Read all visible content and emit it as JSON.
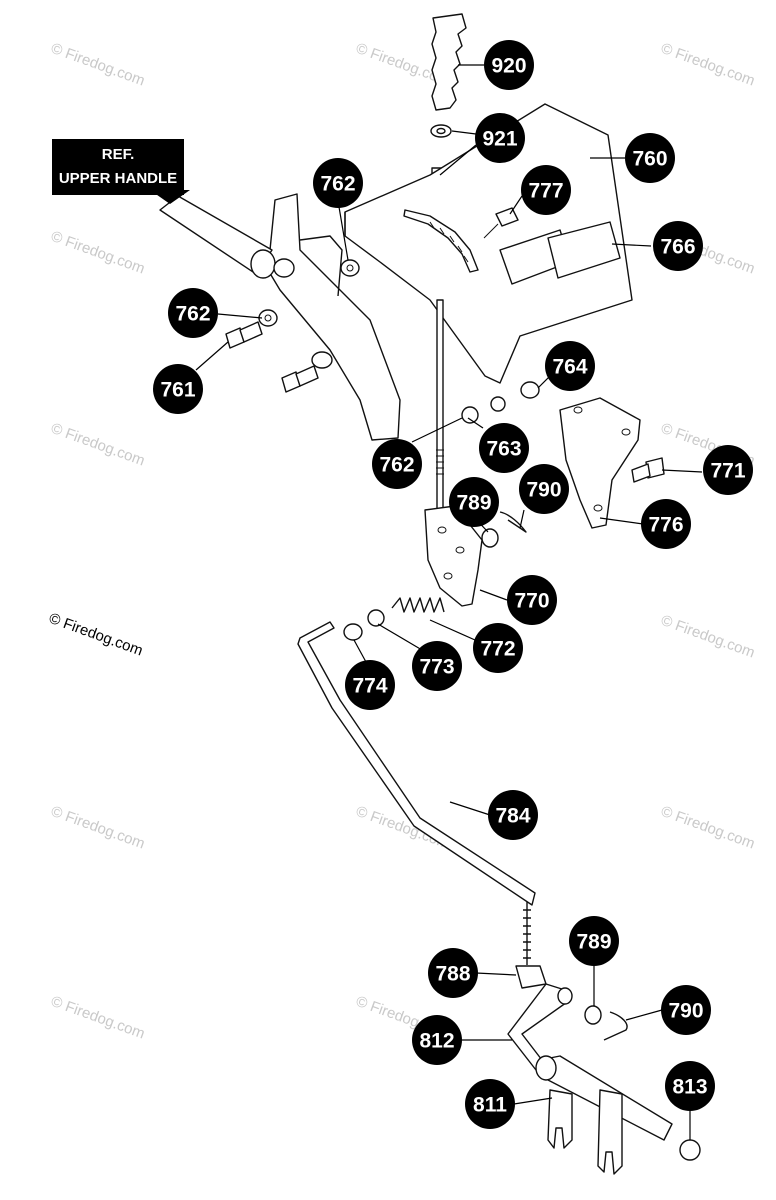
{
  "reference": {
    "line1": "REF.",
    "line2": "UPPER HANDLE"
  },
  "copyright": "© Firedog.com",
  "watermark": "© Firedog.com",
  "labels": [
    {
      "id": "920",
      "text": "920"
    },
    {
      "id": "921",
      "text": "921"
    },
    {
      "id": "760",
      "text": "760"
    },
    {
      "id": "762a",
      "text": "762"
    },
    {
      "id": "777",
      "text": "777"
    },
    {
      "id": "766",
      "text": "766"
    },
    {
      "id": "762b",
      "text": "762"
    },
    {
      "id": "761",
      "text": "761"
    },
    {
      "id": "764",
      "text": "764"
    },
    {
      "id": "763",
      "text": "763"
    },
    {
      "id": "762c",
      "text": "762"
    },
    {
      "id": "771",
      "text": "771"
    },
    {
      "id": "789a",
      "text": "789"
    },
    {
      "id": "790a",
      "text": "790"
    },
    {
      "id": "776",
      "text": "776"
    },
    {
      "id": "770",
      "text": "770"
    },
    {
      "id": "772",
      "text": "772"
    },
    {
      "id": "773",
      "text": "773"
    },
    {
      "id": "774",
      "text": "774"
    },
    {
      "id": "784",
      "text": "784"
    },
    {
      "id": "789b",
      "text": "789"
    },
    {
      "id": "788",
      "text": "788"
    },
    {
      "id": "790b",
      "text": "790"
    },
    {
      "id": "812",
      "text": "812"
    },
    {
      "id": "813",
      "text": "813"
    },
    {
      "id": "811",
      "text": "811"
    }
  ]
}
